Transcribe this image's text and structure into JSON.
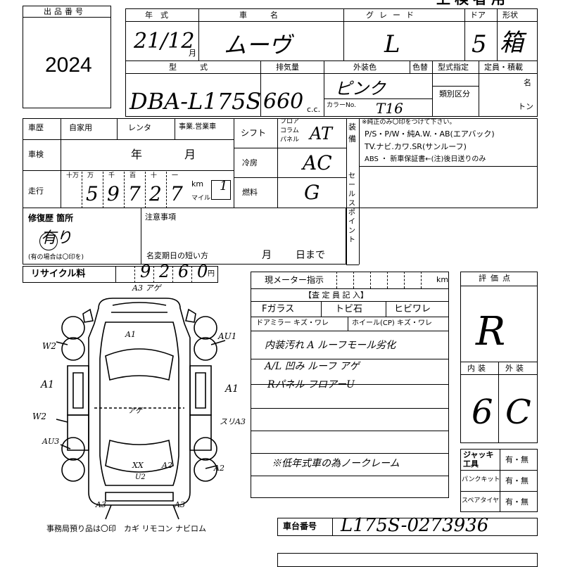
{
  "header": {
    "lot_label": "出品番号",
    "lot_number": "2024",
    "sheet_title": "上検者用"
  },
  "vehicle": {
    "year_label": "年　式",
    "year_value": "21/12",
    "year_unit": "月",
    "name_label": "車　　　名",
    "name_value": "ムーヴ",
    "grade_label": "グレード",
    "grade_value": "L",
    "doors_label": "ドア",
    "doors_value": "5",
    "body_label": "形状",
    "body_value": "箱",
    "model_label": "型　　　式",
    "model_value": "DBA-L175S",
    "displacement_label": "排気量",
    "displacement_value": "660",
    "displacement_unit": "c.c.",
    "exterior_color_label": "外装色",
    "exterior_color_value": "ピンク",
    "repaint_label": "色替",
    "color_no_label": "カラーNo.",
    "color_no_value": "T16",
    "model_designation_label": "型式指定",
    "category_label": "類別区分",
    "capacity_label": "定員・積載",
    "capacity_unit_persons": "名",
    "capacity_unit_tons": "トン"
  },
  "history": {
    "label": "車歴",
    "options": [
      "自家用",
      "レンタ",
      "事業.営業車"
    ],
    "inspection_label": "車検",
    "inspection_year_unit": "年",
    "inspection_month_unit": "月",
    "mileage_label": "走行",
    "mileage_place_labels": [
      "十万",
      "万",
      "千",
      "百",
      "十",
      "一"
    ],
    "mileage_digits": [
      "",
      "5",
      "9",
      "7",
      "2",
      "7"
    ],
    "mileage_unit_km": "km",
    "mileage_unit_mile": "マイル",
    "mileage_mark": "1"
  },
  "specs": {
    "shift_label": "シフト",
    "shift_options": [
      "フロア",
      "コラム",
      "パネル"
    ],
    "shift_value": "AT",
    "ac_label": "冷房",
    "ac_value": "AC",
    "fuel_label": "燃料",
    "fuel_value": "G"
  },
  "equipment": {
    "label": "装備",
    "note": "※純正のみ〇印をつけて下さい。",
    "line1": "P/S・P/W・純A.W.・AB(エアバック)",
    "line2": "TV.ナビ.カワ.SR(サンルーフ)",
    "line3": "ABS ・ 新車保証書←(注)後日送りのみ"
  },
  "sales_point_label": "セールスポイント",
  "repair": {
    "label": "修復歴 箇所",
    "value": "有り",
    "circle_mark": "有",
    "note": "(有の場合は〇印を)"
  },
  "notes": {
    "label": "注意事項",
    "expiry_label": "名変期日の短い方",
    "expiry_month": "月",
    "expiry_day": "日まで"
  },
  "recycle": {
    "label": "リサイクル料",
    "digits": [
      "9",
      "2",
      "6",
      "0"
    ],
    "unit": "円"
  },
  "meter": {
    "label": "現メーター指示",
    "unit": "km"
  },
  "inspector": {
    "title": "【査 定 員 記 入】",
    "fglass_label": "Fガラス",
    "chip_label": "トビ石",
    "crack_label": "ヒビワレ",
    "mirror_label": "ドアミラー キズ・ワレ",
    "wheel_label": "ホイール(CP) キズ・ワレ",
    "notes_lines": [
      "内装汚れ A ルーフモール劣化",
      "A/L 凹み ルーフ アゲ",
      "Rパネル フロアーU",
      "",
      "",
      "※低年式車の為ノークレーム"
    ]
  },
  "score": {
    "label": "評価点",
    "value": "R",
    "interior_label": "内装",
    "interior_value": "6",
    "exterior_label": "外装",
    "exterior_value": "C"
  },
  "tools": {
    "jack_label": "ジャッキ工具",
    "puncture_label": "パンクキット",
    "spare_label": "スペアタイヤ",
    "option": "有・無"
  },
  "diagram": {
    "marks": [
      "A3 アゲ",
      "A1",
      "AU1",
      "W2",
      "A1",
      "W2",
      "A1",
      "アゲ",
      "スリA3",
      "AU3",
      "A2",
      "A2",
      "XX",
      "U2",
      "A3",
      "A3"
    ]
  },
  "footer": {
    "items_label": "事務局預り品は〇印　カギ リモコン ナビロム",
    "chassis_label": "車台番号",
    "chassis_value": "L175S-0273936"
  }
}
